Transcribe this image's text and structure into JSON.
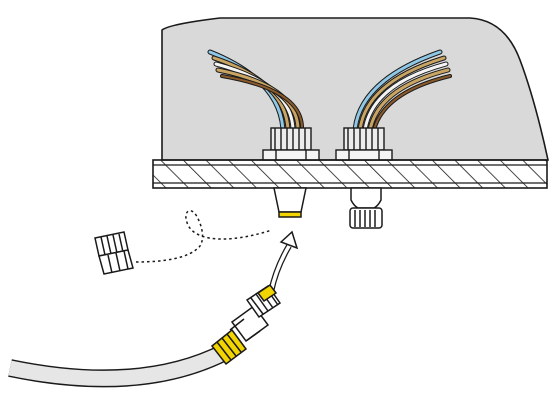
{
  "figure": {
    "kind": "technical-illustration",
    "colors": {
      "stroke": "#1a1a1a",
      "housing_fill": "#d9d9d9",
      "hatch": "#1a1a1a",
      "connector_yellow": "#f2d400",
      "cable_fill": "#e6e6e6",
      "wire_blue": "#8fc8e6",
      "wire_tan": "#c9a463",
      "wire_white": "#f4f4f4",
      "wire_brown": "#8a5a2b"
    },
    "icons": [
      "enclosure-housing",
      "cable-gland",
      "wire-bundle",
      "panel-receptacle",
      "dust-cap",
      "cordset-connector",
      "insertion-arrow"
    ]
  }
}
